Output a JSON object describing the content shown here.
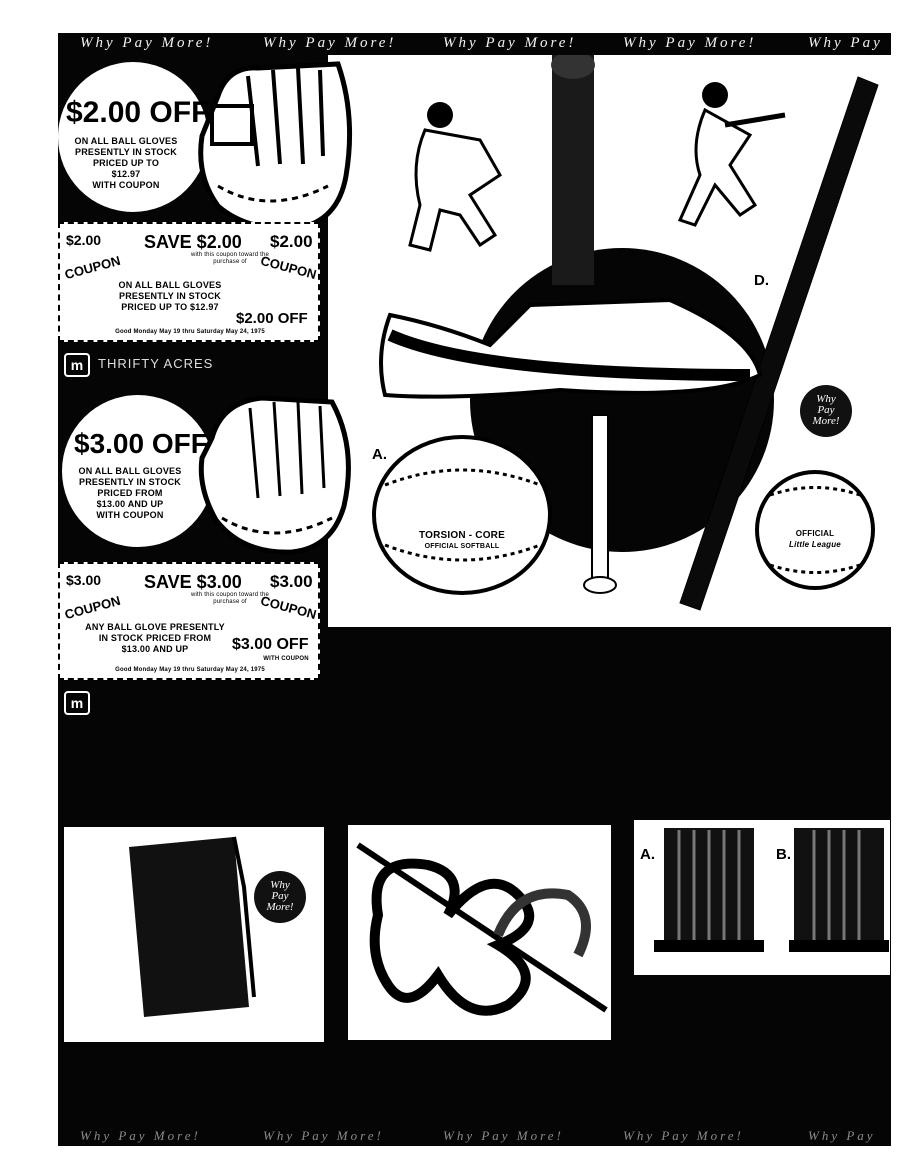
{
  "banner_top": {
    "phrases": [
      "Why Pay More!",
      "Why Pay More!",
      "Why Pay More!",
      "Why Pay More!",
      "Why Pay"
    ]
  },
  "banner_bottom": {
    "phrases": [
      "Why Pay More!",
      "Why Pay More!",
      "Why Pay More!",
      "Why Pay More!",
      "Why Pay"
    ]
  },
  "coupon1": {
    "headline": "$2.00 OFF",
    "lines": [
      "ON ALL BALL GLOVES",
      "PRESENTLY IN STOCK",
      "PRICED UP TO",
      "$12.97",
      "WITH COUPON"
    ],
    "left_amount": "$2.00",
    "save": "SAVE $2.00",
    "save_sub": "with this coupon toward the purchase of",
    "right_amount": "$2.00",
    "left_word": "COUPON",
    "right_word": "COUPON",
    "body": [
      "ON ALL BALL GLOVES",
      "PRESENTLY IN STOCK",
      "PRICED UP TO $12.97"
    ],
    "off": "$2.00 OFF",
    "valid": "Good Monday May 19 thru Saturday May 24, 1975",
    "store": "THRIFTY ACRES"
  },
  "coupon2": {
    "headline": "$3.00 OFF",
    "lines": [
      "ON ALL BALL GLOVES",
      "PRESENTLY IN STOCK",
      "PRICED FROM",
      "$13.00 AND UP",
      "WITH COUPON"
    ],
    "left_amount": "$3.00",
    "save": "SAVE $3.00",
    "save_sub": "with this coupon toward the purchase of",
    "right_amount": "$3.00",
    "left_word": "COUPON",
    "right_word": "COUPON",
    "body": [
      "ANY BALL GLOVE PRESENTLY",
      "IN STOCK PRICED FROM",
      "$13.00 AND UP"
    ],
    "off": "$3.00 OFF",
    "off_sub": "WITH COUPON",
    "valid": "Good Monday May 19 thru Saturday May 24, 1975"
  },
  "products": {
    "label_a": "A.",
    "label_d": "D.",
    "softball_text": [
      "TORSION - CORE",
      "OFFICIAL SOFTBALL"
    ],
    "baseball_text": [
      "OFFICIAL",
      "Little League"
    ],
    "why_badge": [
      "Why",
      "Pay",
      "More!"
    ]
  },
  "bottom_panels": {
    "rack_label_a": "A.",
    "rack_label_b": "B.",
    "why_badge": [
      "Why",
      "Pay",
      "More!"
    ]
  }
}
